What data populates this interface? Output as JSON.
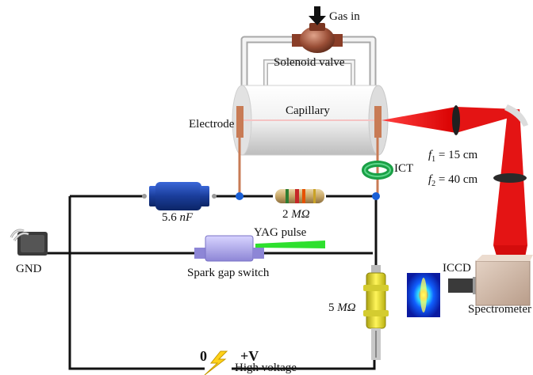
{
  "labels": {
    "gas_in": "Gas in",
    "solenoid_valve": "Solenoid valve",
    "capillary": "Capillary",
    "electrode": "Electrode",
    "ict": "ICT",
    "f1_symbol": "f",
    "f1_sub": "1",
    "f1_value": "= 15 cm",
    "f2_symbol": "f",
    "f2_sub": "2",
    "f2_value": "= 40 cm",
    "capacitor_value": "5.6 ",
    "capacitor_unit": "nF",
    "resistor_value": "2 ",
    "resistor_unit": "MΩ",
    "yag_pulse": "YAG pulse",
    "gnd": "GND",
    "spark_gap_switch": "Spark gap switch",
    "iccd": "ICCD",
    "res5_value": "5 ",
    "res5_unit": "MΩ",
    "spectrometer": "Spectrometer",
    "zero": "0",
    "plus_v": "+V",
    "high_voltage": "High voltage"
  },
  "colors": {
    "wire": "#111111",
    "laser_beam": "#e01010",
    "yag_beam": "#22dd22",
    "capacitor": "#1a3d9a",
    "ict_ring": "#1aa046",
    "resistor_5m": "#e6e020",
    "spark_gap": "#b9b4f0",
    "electrode": "#c87b55"
  },
  "icons": [
    "arrow-down-icon",
    "lightning-icon",
    "gnd-clip-icon"
  ]
}
